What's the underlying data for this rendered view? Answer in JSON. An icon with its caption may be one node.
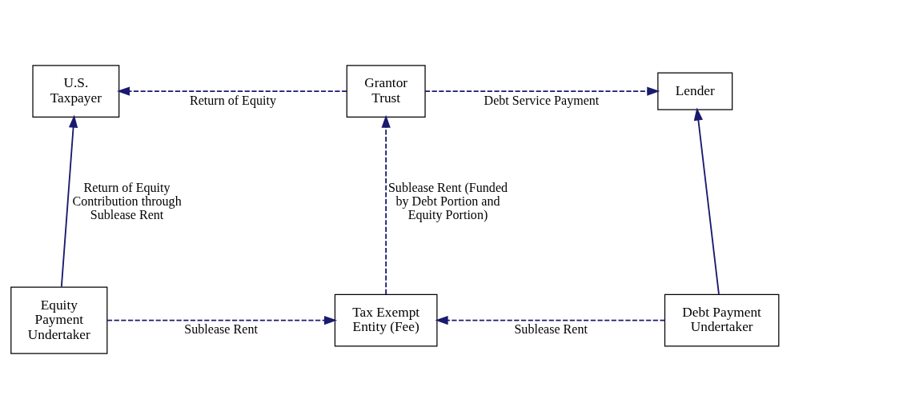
{
  "diagram": {
    "nodes": [
      {
        "text": [
          "U.S. Taxpayer"
        ]
      },
      {
        "text": [
          "Grantor Trust"
        ]
      },
      {
        "text": [
          "Lender"
        ]
      },
      {
        "text": [
          "Equity Payment Undertaker"
        ]
      },
      {
        "text": [
          "Tax Exempt Entity (Fee)"
        ]
      },
      {
        "text": [
          "Debt Payment Undertaker"
        ]
      }
    ],
    "edges": [
      {
        "from": 1,
        "to": 0,
        "arrow": "to",
        "label": "Return of Equity",
        "style": "dashed"
      },
      {
        "from": 1,
        "to": 2,
        "arrow": "to",
        "label": "Debt Service Payment",
        "style": "dashed"
      },
      {
        "from": 3,
        "to": 0,
        "arrow": "to",
        "label": "Return of Equity Contribution through Sublease Rent"
      },
      {
        "from": 4,
        "to": 1,
        "arrow": "to",
        "label": "Sublease Rent (Funded by Debt Portion and Equity Portion)",
        "style": "dashed"
      },
      {
        "from": 3,
        "to": 4,
        "arrow": "to",
        "label": "Sublease Rent",
        "style": "dashed"
      },
      {
        "from": 5,
        "to": 4,
        "arrow": "to",
        "label": "Sublease Rent",
        "style": "dashed"
      },
      {
        "from": 5,
        "to": 2,
        "arrow": "to"
      }
    ]
  }
}
